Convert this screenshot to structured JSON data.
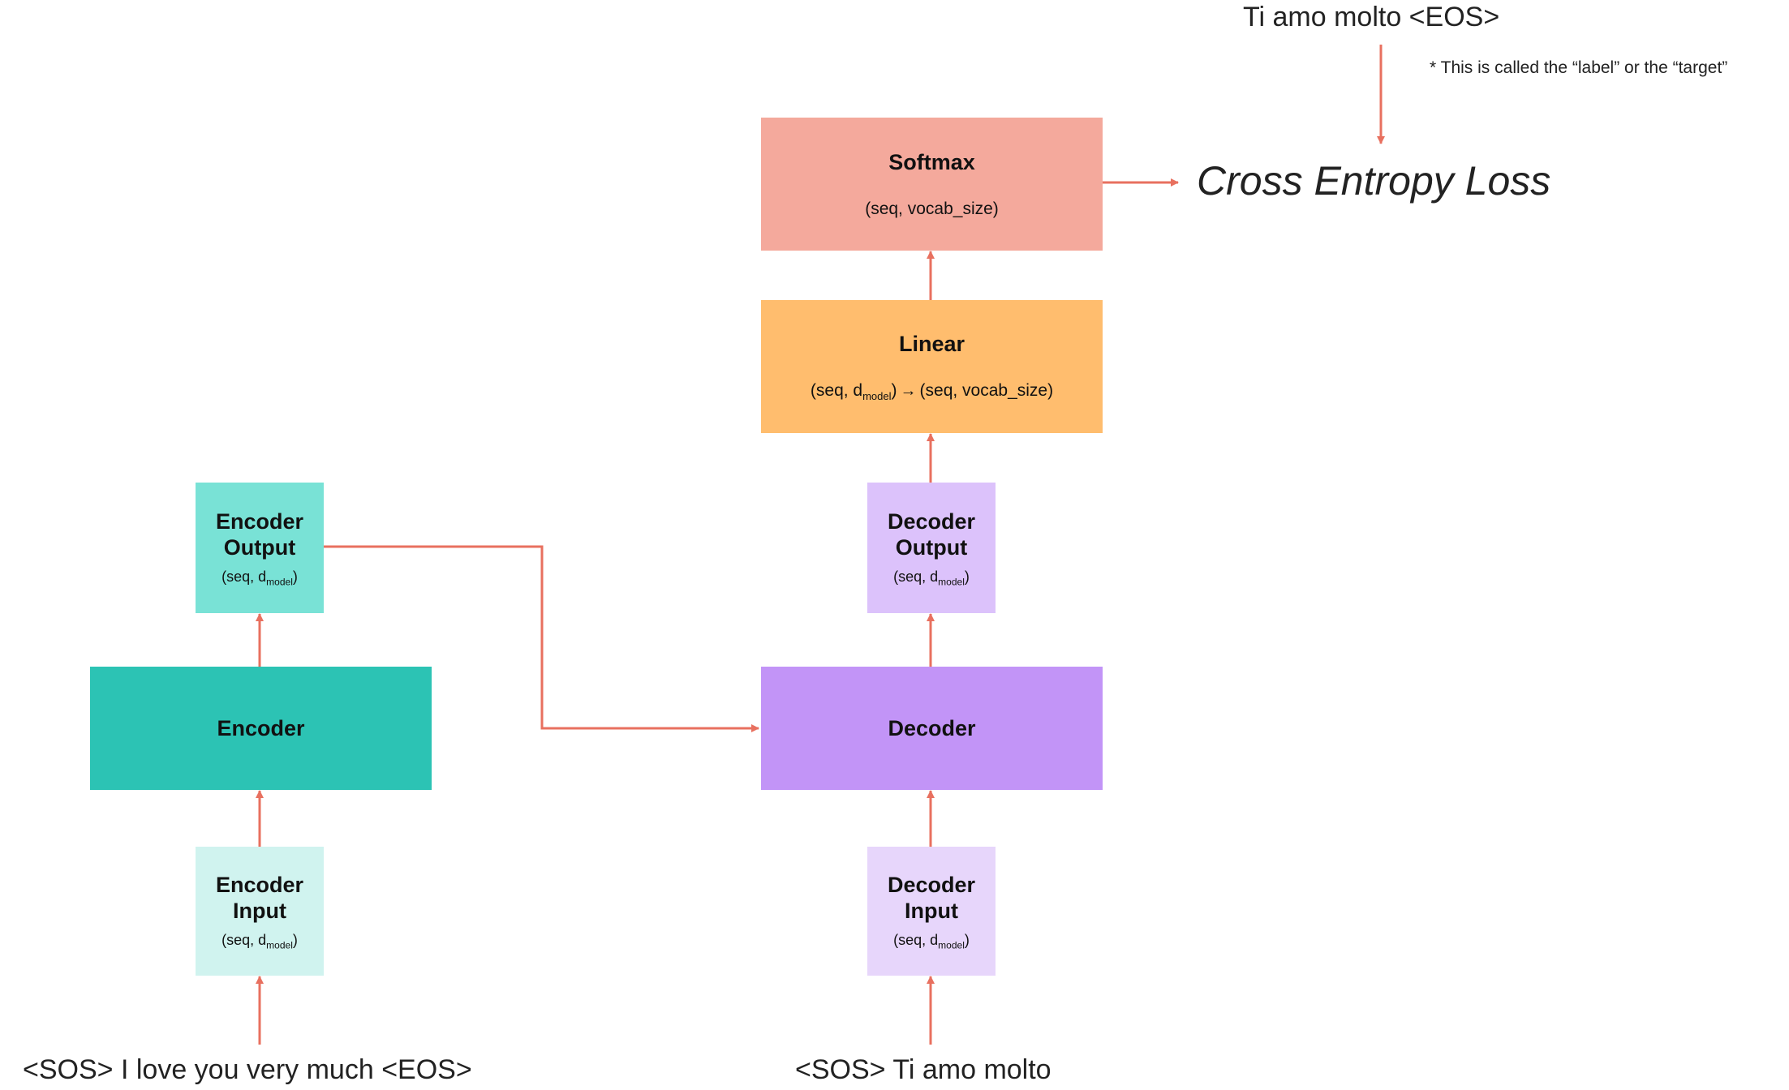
{
  "colors": {
    "arrow": "#e8705f",
    "softmax": "#f4a99c",
    "linear": "#ffbd6e",
    "encoder_output": "#79e2d6",
    "encoder": "#2cc3b4",
    "encoder_input": "#d0f3ef",
    "decoder_output": "#dcc2fb",
    "decoder": "#c294f7",
    "decoder_input": "#e7d6fb"
  },
  "target_text": "Ti amo molto <EOS>",
  "target_note": "* This is called the “label” or the “target”",
  "loss_label": "Cross Entropy Loss",
  "softmax": {
    "title": "Softmax",
    "shape": "(seq, vocab_size)"
  },
  "linear": {
    "title": "Linear",
    "shape_pre": "(seq, d",
    "shape_sub": "model",
    "shape_mid": ")",
    "shape_arrow": "→",
    "shape_post": "(seq, vocab_size)"
  },
  "encoder_output": {
    "title_line1": "Encoder",
    "title_line2": "Output",
    "shape_pre": "(seq, d",
    "shape_sub": "model",
    "shape_post": ")"
  },
  "encoder": {
    "title": "Encoder"
  },
  "encoder_input": {
    "title_line1": "Encoder",
    "title_line2": "Input",
    "shape_pre": "(seq, d",
    "shape_sub": "model",
    "shape_post": ")"
  },
  "decoder_output": {
    "title_line1": "Decoder",
    "title_line2": "Output",
    "shape_pre": "(seq, d",
    "shape_sub": "model",
    "shape_post": ")"
  },
  "decoder": {
    "title": "Decoder"
  },
  "decoder_input": {
    "title_line1": "Decoder",
    "title_line2": "Input",
    "shape_pre": "(seq, d",
    "shape_sub": "model",
    "shape_post": ")"
  },
  "encoder_source_text": "<SOS> I love you very much <EOS>",
  "decoder_source_text": "<SOS> Ti amo molto"
}
